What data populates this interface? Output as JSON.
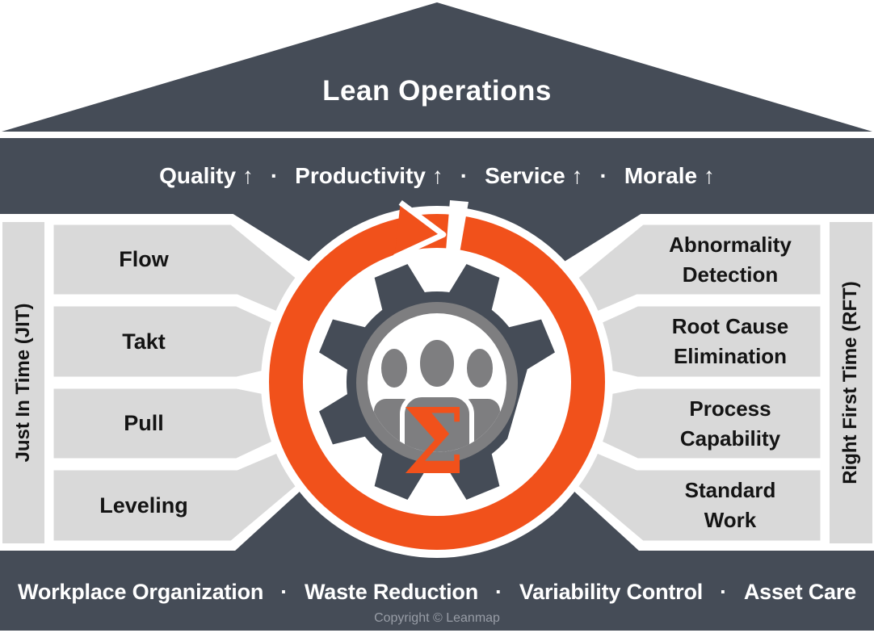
{
  "roof": {
    "title": "Lean Operations"
  },
  "benefits_bar": {
    "items": [
      "Quality ↑",
      "Productivity ↑",
      "Service ↑",
      "Morale ↑"
    ],
    "separator": "·"
  },
  "jit_pillar": {
    "label": "Just In Time (JIT)"
  },
  "rft_pillar": {
    "label": "Right First Time (RFT)"
  },
  "jit_boxes": [
    "Flow",
    "Takt",
    "Pull",
    "Leveling"
  ],
  "rft_boxes": [
    {
      "line1": "Abnormality",
      "line2": "Detection"
    },
    {
      "line1": "Root Cause",
      "line2": "Elimination"
    },
    {
      "line1": "Process",
      "line2": "Capability"
    },
    {
      "line1": "Standard",
      "line2": "Work"
    }
  ],
  "foundation_bar": {
    "items": [
      "Workplace Organization",
      "Waste Reduction",
      "Variability Control",
      "Asset Care"
    ],
    "separator": "·"
  },
  "center_emblem": {
    "sigma": "Σ"
  },
  "footer": {
    "copyright": "Copyright © Leanmap"
  },
  "colors": {
    "dark_slate": "#454C57",
    "orange": "#F1511B",
    "light_gray": "#D9D9D9",
    "mid_gray": "#7E7E80",
    "copyright_gray": "#989DA6"
  }
}
